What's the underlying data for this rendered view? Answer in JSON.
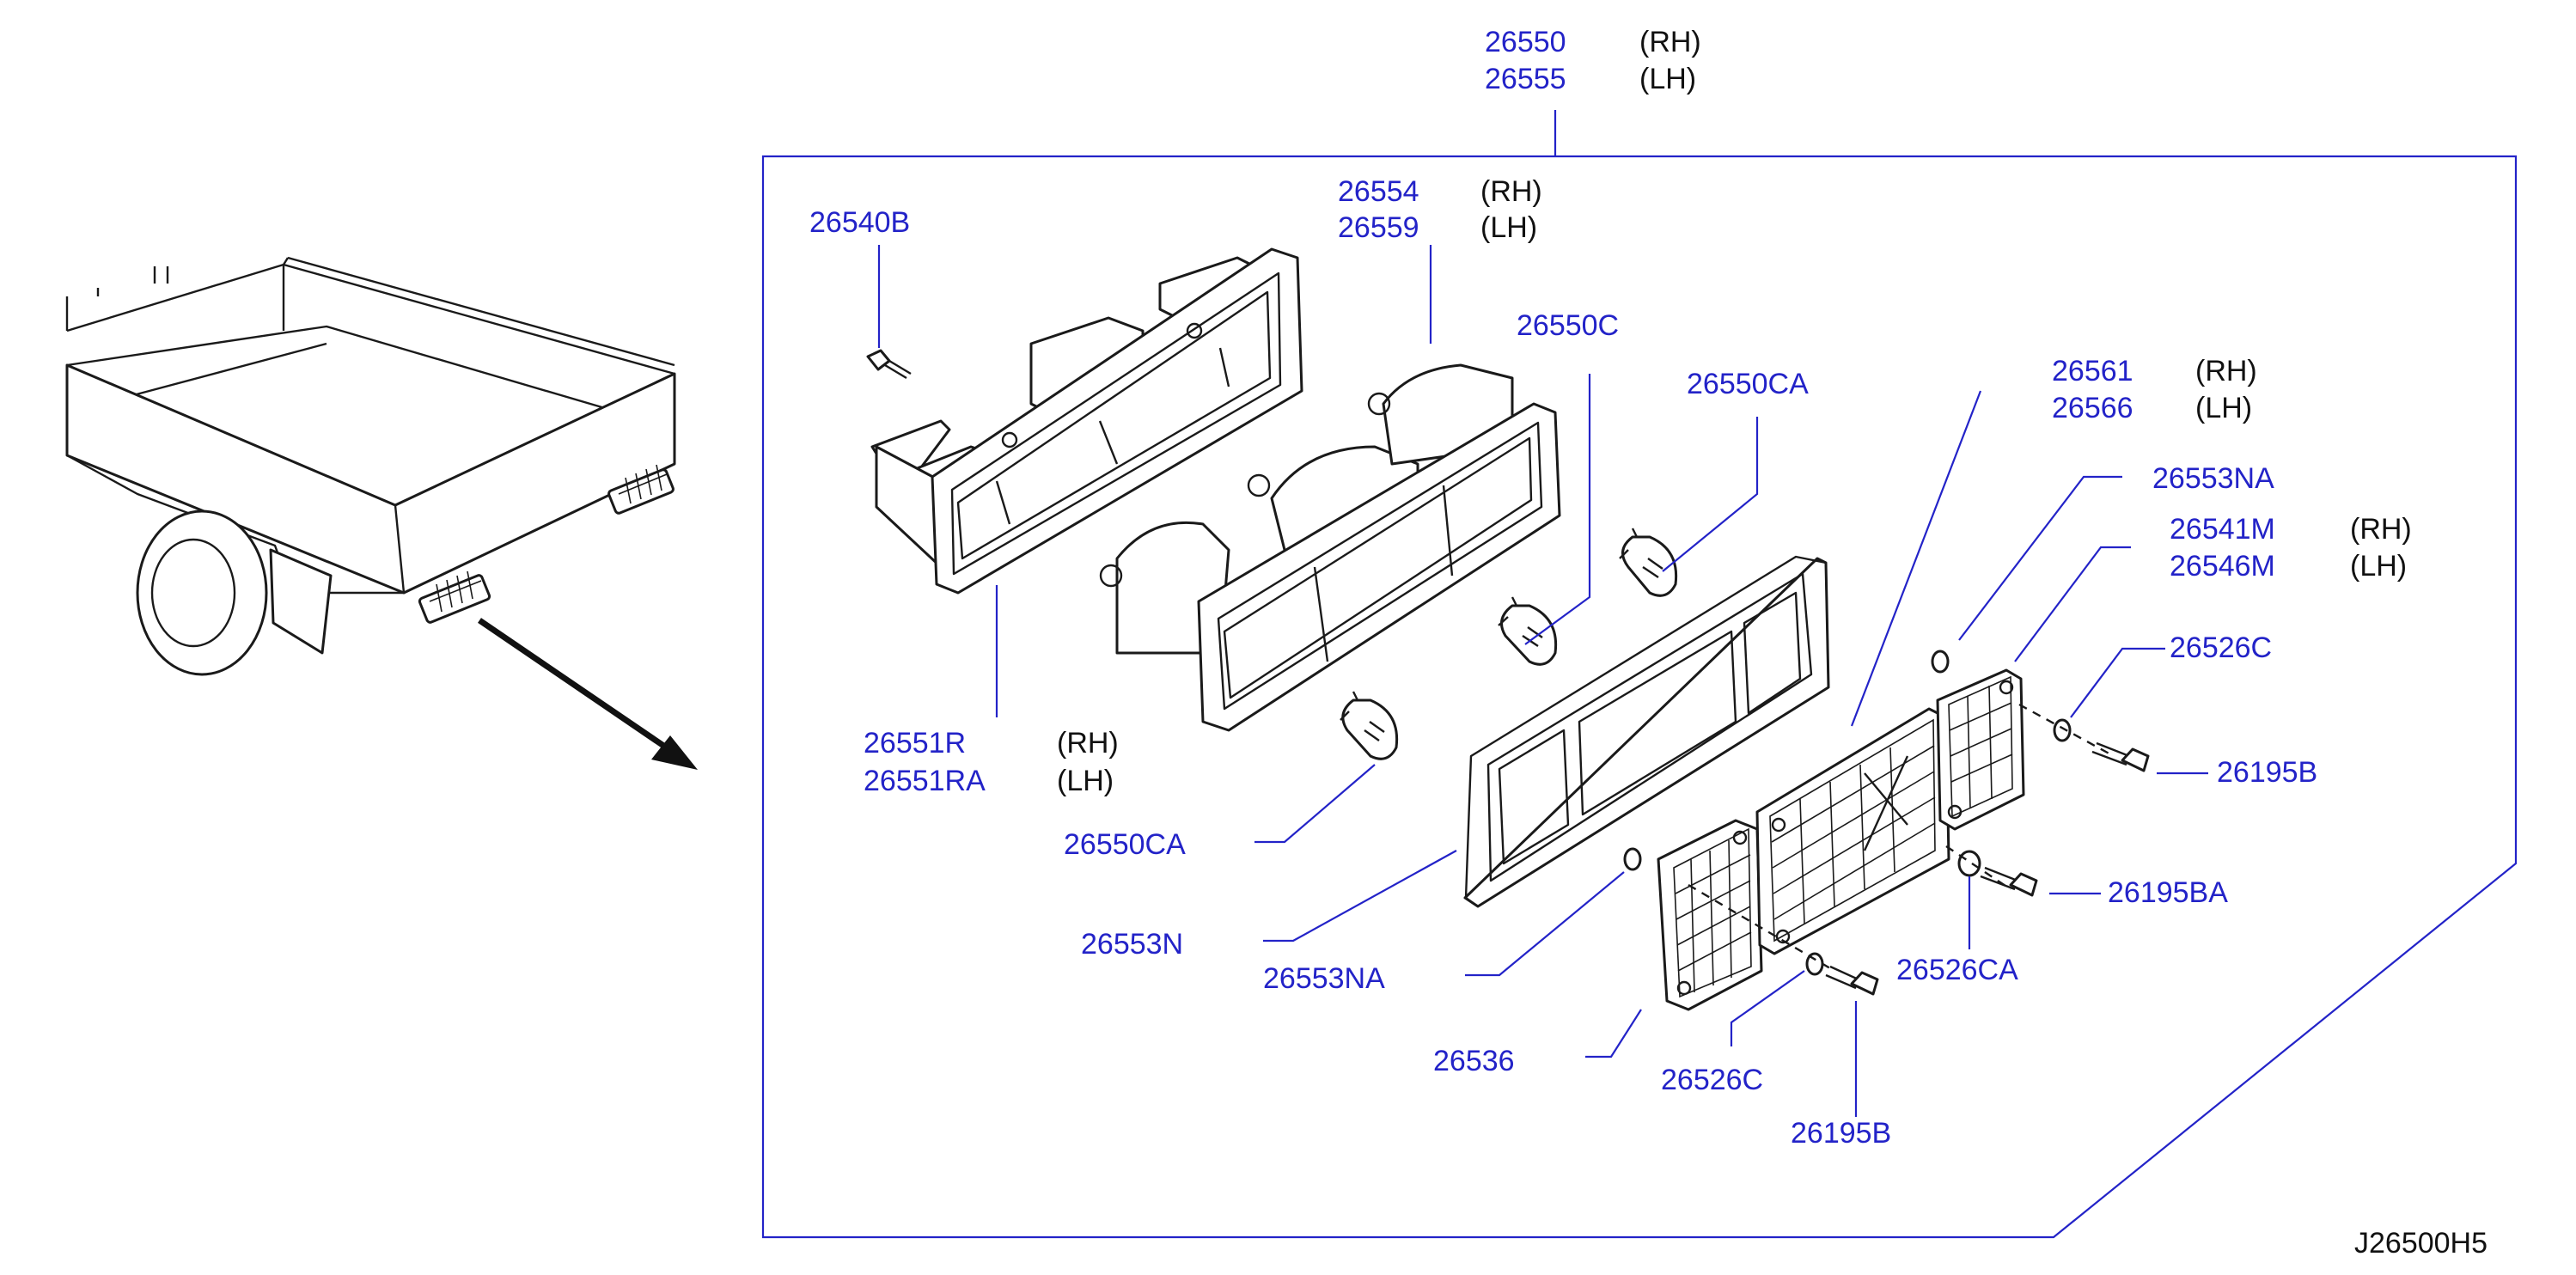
{
  "diagram": {
    "reference_code": "J26500H5",
    "colors": {
      "part_number": "#2323c8",
      "side_text": "#111111",
      "line": "#2323c8",
      "drawing": "#1a1a1a",
      "background": "#ffffff"
    },
    "callouts": {
      "assembly_rh": {
        "part": "26550",
        "side": "(RH)"
      },
      "assembly_lh": {
        "part": "26555",
        "side": "(LH)"
      },
      "body_rh": {
        "part": "26554",
        "side": "(RH)"
      },
      "body_lh": {
        "part": "26559",
        "side": "(LH)"
      },
      "screw_top": {
        "part": "26540B"
      },
      "bulb_c": {
        "part": "26550C"
      },
      "bulb_ca_top": {
        "part": "26550CA"
      },
      "lens_rh": {
        "part": "26561",
        "side": "(RH)"
      },
      "lens_lh": {
        "part": "26566",
        "side": "(LH)"
      },
      "washer_na_top": {
        "part": "26553NA"
      },
      "lens_m_rh": {
        "part": "26541M",
        "side": "(RH)"
      },
      "lens_m_lh": {
        "part": "26546M",
        "side": "(LH)"
      },
      "washer_c_top": {
        "part": "26526C"
      },
      "screw_b_top": {
        "part": "26195B"
      },
      "screw_ba": {
        "part": "26195BA"
      },
      "washer_ca": {
        "part": "26526CA"
      },
      "housing_rh": {
        "part": "26551R",
        "side": "(RH)"
      },
      "housing_lh": {
        "part": "26551RA",
        "side": "(LH)"
      },
      "bulb_ca_bottom": {
        "part": "26550CA"
      },
      "gasket": {
        "part": "26553N"
      },
      "washer_na_bottom": {
        "part": "26553NA"
      },
      "lens_left": {
        "part": "26536"
      },
      "washer_c_bottom": {
        "part": "26526C"
      },
      "screw_b_bottom": {
        "part": "26195B"
      }
    }
  }
}
